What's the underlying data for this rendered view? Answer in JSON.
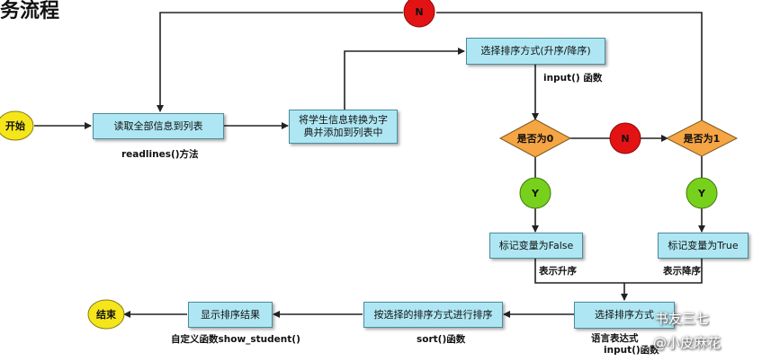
{
  "title": "务流程",
  "start": "开始",
  "end": "结束",
  "nodes": {
    "read_all": "读取全部信息到列表",
    "convert": "将学生信息转换为字典并添加到列表中",
    "choose_sort": "选择排序方式(升序/降序)",
    "is_zero": "是否为0",
    "is_one": "是否为1",
    "flag_false": "标记变量为False",
    "flag_true": "标记变量为True",
    "select_sort": "选择排序方式",
    "sort_by": "按选择的排序方式进行排序",
    "show_result": "显示排序结果"
  },
  "annotations": {
    "readlines": "readlines()方法",
    "input": "input() 函数",
    "asc": "表示升序",
    "desc": "表示降序",
    "lambda": "语言表达式",
    "input2": "input()函数",
    "sort": "sort()函数",
    "custom": "自定义函数show_student()"
  },
  "circles": {
    "no": "N",
    "yes": "Y"
  },
  "watermark": {
    "line1": "书友三七",
    "line2": "@小皮麻花"
  },
  "colors": {
    "box": "#aee7f3",
    "diamond": "#f6a544",
    "yes": "#77d11c",
    "no": "#e41313",
    "terminal": "#f5e51b"
  }
}
